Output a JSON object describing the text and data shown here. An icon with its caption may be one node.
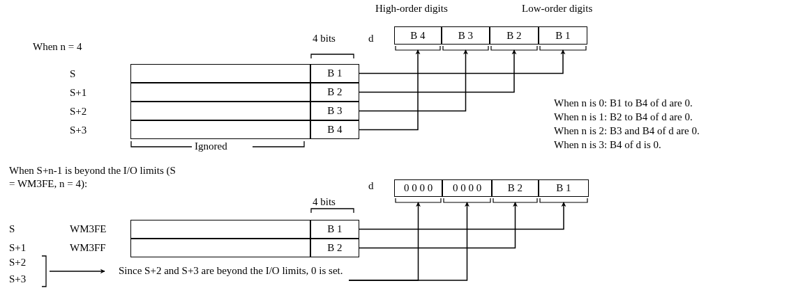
{
  "diagram": {
    "nodes": [
      {
        "text": [],
        "shape": "box"
      },
      {
        "text": [],
        "shape": "box"
      },
      {
        "text": [],
        "shape": "box"
      },
      {
        "text": [],
        "shape": "box"
      },
      {
        "text": [
          "B 1"
        ]
      },
      {
        "text": [
          "B 2"
        ]
      },
      {
        "text": [
          "B 3"
        ]
      },
      {
        "text": [
          "B 4"
        ]
      },
      {
        "text": [
          "B 4"
        ]
      },
      {
        "text": [
          "B 3"
        ]
      },
      {
        "text": [
          "B 2"
        ]
      },
      {
        "text": [
          "B 1"
        ]
      },
      {
        "text": [],
        "shape": "box"
      },
      {
        "text": [],
        "shape": "box"
      },
      {
        "text": [
          "B 1"
        ]
      },
      {
        "text": [
          "B 2"
        ]
      },
      {
        "text": [
          "S+2",
          "S+3"
        ]
      },
      {
        "text": [
          "Since S+2 and S+3 are beyond the I/O limits, 0 is set."
        ]
      },
      {
        "text": [
          "0 0 0 0"
        ]
      },
      {
        "text": [
          "0 0 0 0"
        ]
      },
      {
        "text": [
          "B 2"
        ]
      },
      {
        "text": [
          "B 1"
        ]
      }
    ],
    "edges": [
      {
        "from": 4,
        "to": 11,
        "arrow": "to"
      },
      {
        "from": 5,
        "to": 10,
        "arrow": "to"
      },
      {
        "from": 6,
        "to": 9,
        "arrow": "to"
      },
      {
        "from": 7,
        "to": 8,
        "arrow": "to"
      },
      {
        "from": 14,
        "to": 21,
        "arrow": "to"
      },
      {
        "from": 15,
        "to": 20,
        "arrow": "to"
      },
      {
        "from": 16,
        "to": 17,
        "arrow": "to"
      },
      {
        "from": 17,
        "to": 18,
        "arrow": "to"
      },
      {
        "from": 17,
        "to": 19,
        "arrow": "to"
      }
    ],
    "labels": [
      "High-order digits",
      "Low-order digits",
      "When n = 4",
      "4 bits",
      "d",
      "S",
      "S+1",
      "S+2",
      "S+3",
      "Ignored",
      "When n is 0: B1 to B4 of d are 0.",
      "When n is 1: B2 to B4 of d are 0.",
      "When n is 2: B3 and B4 of d are 0.",
      "When n is 3: B4 of d is 0.",
      "When S+n-1 is beyond the I/O limits (S = WM3FE, n = 4):",
      "4 bits",
      "d",
      "S",
      "WM3FE",
      "S+1",
      "WM3FF"
    ]
  }
}
